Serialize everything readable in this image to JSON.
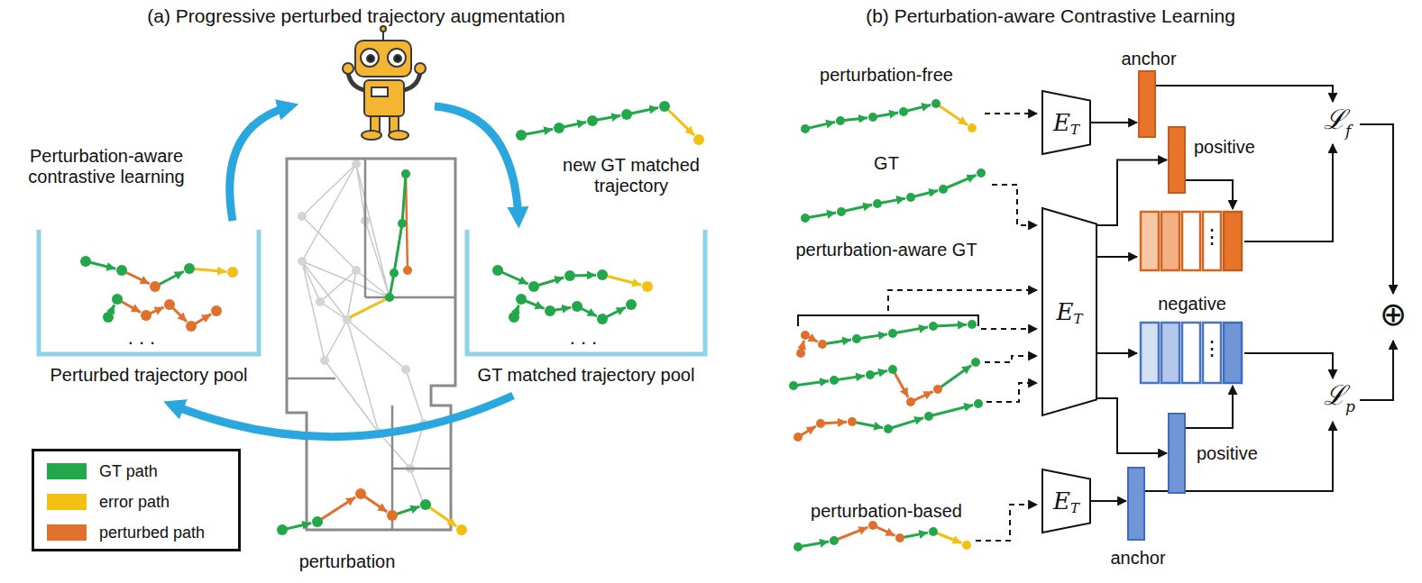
{
  "diagram": {
    "nodes": [
      {
        "text": [
          "Perturbed trajectory pool"
        ]
      },
      {
        "text": [
          "GT matched trajectory pool"
        ]
      },
      {
        "text": [
          "E",
          "T"
        ]
      },
      {
        "text": [
          "E",
          "T"
        ]
      },
      {
        "text": [
          "E",
          "T"
        ]
      },
      {
        "text": [
          "anchor"
        ]
      },
      {
        "text": [
          "positive"
        ]
      },
      {
        "text": [
          "positive"
        ]
      },
      {
        "text": [
          "anchor"
        ]
      }
    ],
    "edges": [
      {
        "from": 1,
        "to": 0,
        "arrow": "to"
      },
      {
        "from": 2,
        "to": 5,
        "arrow": "to"
      },
      {
        "from": 3,
        "to": 6,
        "arrow": "to"
      },
      {
        "from": 3,
        "to": 7,
        "arrow": "to"
      },
      {
        "from": 4,
        "to": 8,
        "arrow": "to"
      }
    ],
    "labels": [
      "(a) Progressive perturbed trajectory augmentation",
      "(b) Perturbation-aware Contrastive Learning",
      "Perturbation-aware contrastive learning",
      "new GT matched trajectory",
      "perturbation",
      "...",
      "...",
      "perturbation-free",
      "GT",
      "perturbation-aware GT",
      "perturbation-based",
      "negative",
      "⋮",
      "⋮",
      "ℒ",
      "f",
      "ℒ",
      "p",
      "⊕"
    ],
    "legend": [
      {
        "text": "GT path",
        "color": "#22a84a"
      },
      {
        "text": "error path",
        "color": "#f2c012"
      },
      {
        "text": "perturbed path",
        "color": "#e0702c"
      }
    ]
  }
}
